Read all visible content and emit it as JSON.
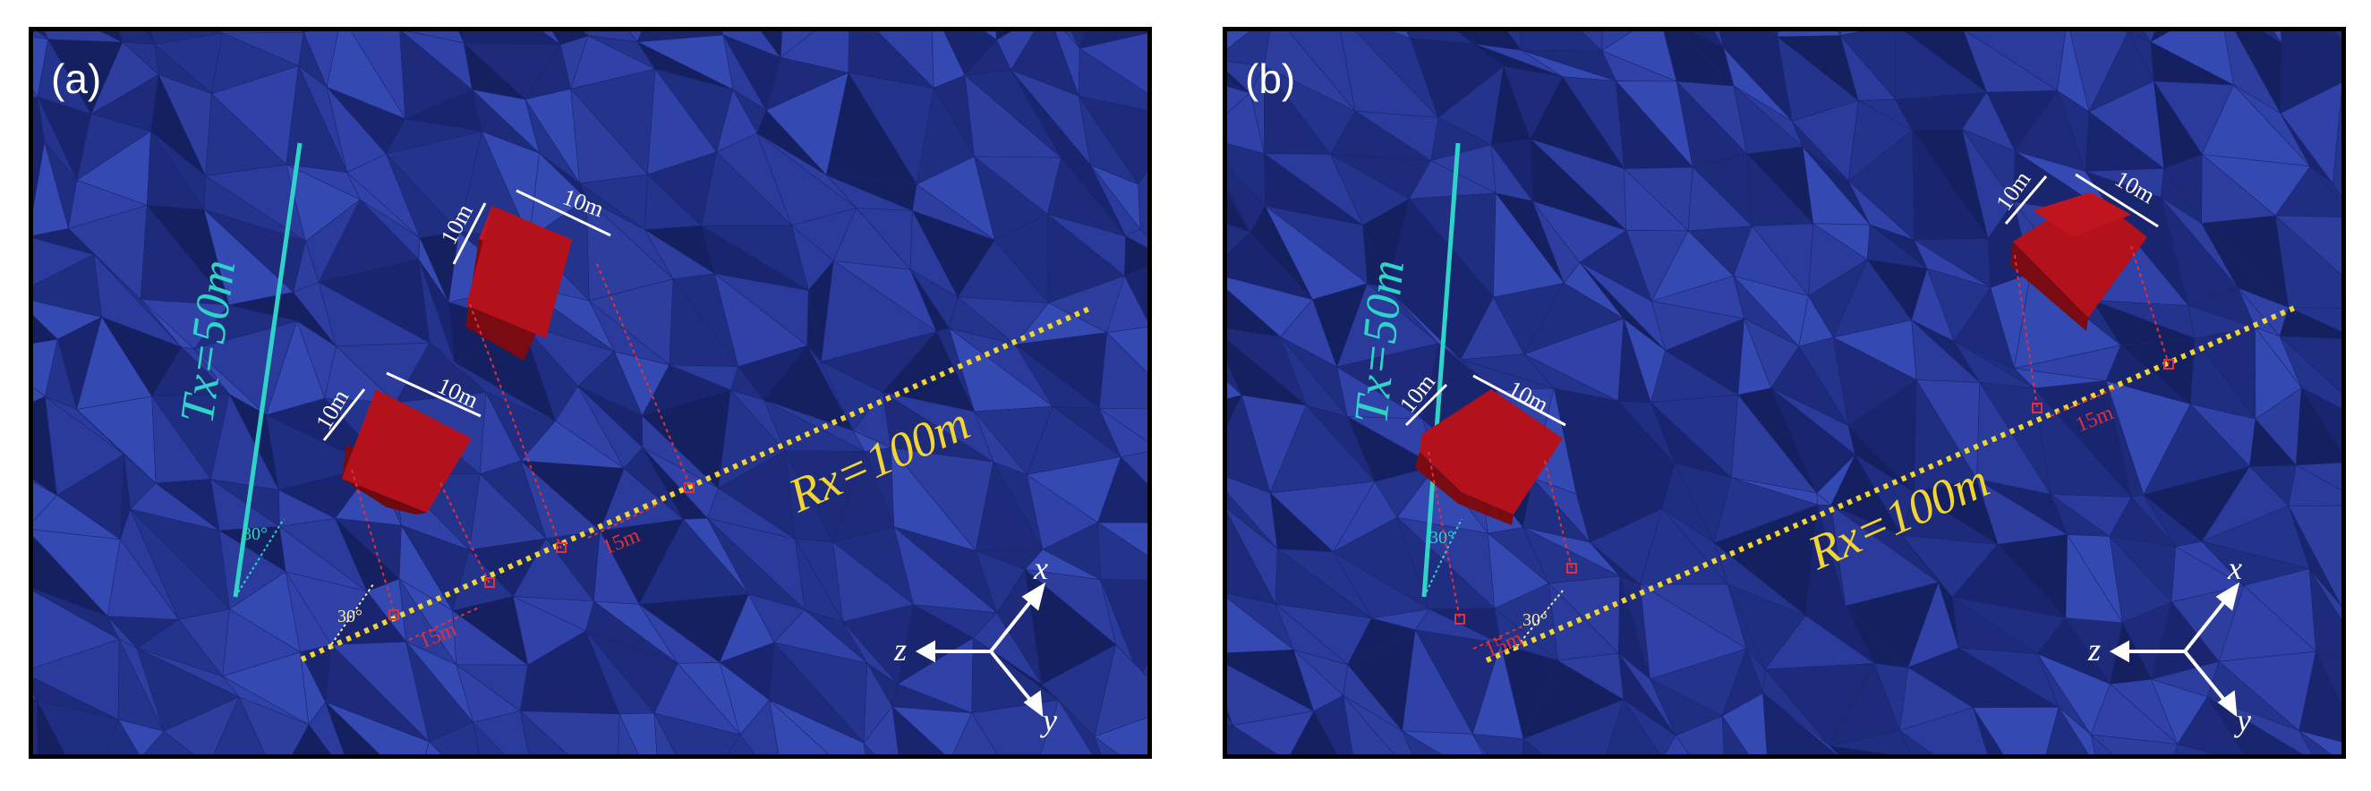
{
  "panels": [
    {
      "id": "a",
      "label": "(a)",
      "tx_label": "Tx=50m",
      "rx_label": "Rx=100m",
      "cube_dims": [
        "10m",
        "10m"
      ],
      "offset_label": "15m",
      "angle_label": "30°",
      "axes": {
        "x": "x",
        "y": "y",
        "z": "z"
      }
    },
    {
      "id": "b",
      "label": "(b)",
      "tx_label": "Tx=50m",
      "rx_label": "Rx=100m",
      "cube_dims": [
        "10m",
        "10m"
      ],
      "offset_label": "15m",
      "angle_label": "30°",
      "axes": {
        "x": "x",
        "y": "y",
        "z": "z"
      }
    }
  ],
  "colors": {
    "background": "#26358f",
    "tx_line": "#2fd3c8",
    "rx_line": "#f2d531",
    "cube": "#a3101a",
    "offset_marks": "#e0303a",
    "axes": "#ffffff"
  }
}
